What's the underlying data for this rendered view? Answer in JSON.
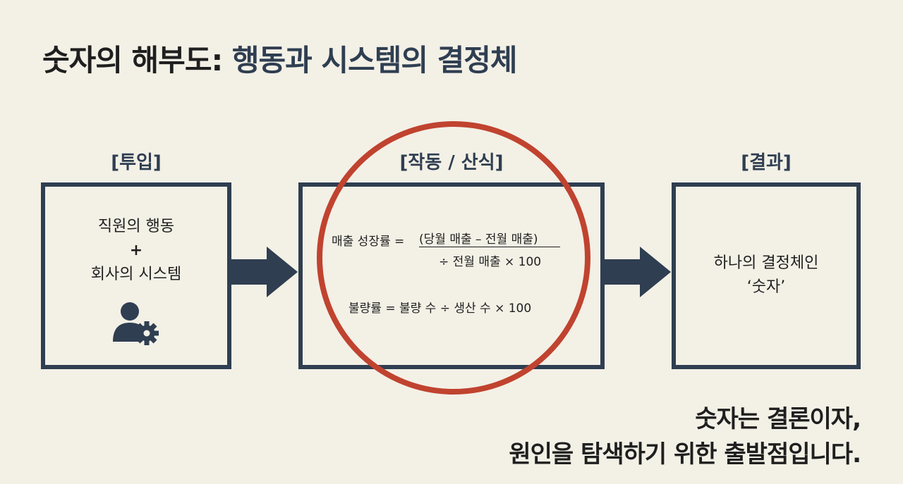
{
  "title": {
    "main": "숫자의 해부도:",
    "accent": "행동과 시스템의 결정체"
  },
  "stages": {
    "input": {
      "label": "[투입]",
      "line1": "직원의 행동",
      "plus": "+",
      "line2": "회사의 시스템",
      "icon": "user-gear-icon"
    },
    "process": {
      "label": "[작동 / 산식]",
      "formula1_lhs": "매출 성장률 =",
      "formula1_numerator": "(당월 매출 – 전월 매출)",
      "formula1_denominator": "÷ 전월 매출 × 100",
      "formula2": "불량률 = 불량 수 ÷ 생산 수 × 100"
    },
    "output": {
      "label": "[결과]",
      "line1": "하나의 결정체인",
      "line2": "‘숫자’"
    }
  },
  "conclusion": {
    "line1": "숫자는 결론이자,",
    "line2": "원인을 탐색하기 위한 출발점입니다."
  },
  "colors": {
    "background": "#f3f0e6",
    "box_border": "#2f3e51",
    "arrow": "#2f3e51",
    "highlight_circle": "#c0432f",
    "text": "#1f1f1f"
  }
}
